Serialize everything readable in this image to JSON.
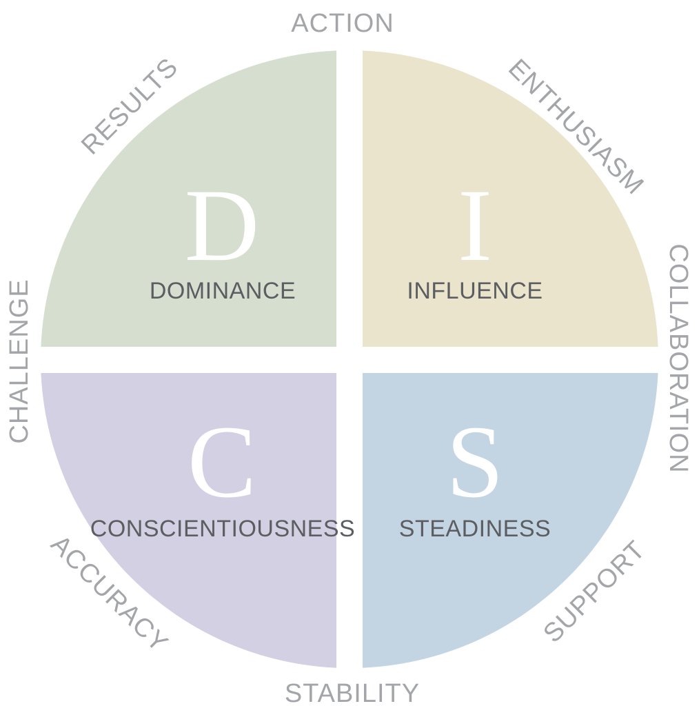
{
  "quadrants": [
    {
      "id": "d",
      "letter": "D",
      "name": "DOMINANCE",
      "color": "#d6dfcf"
    },
    {
      "id": "i",
      "letter": "I",
      "name": "INFLUENCE",
      "color": "#e9e4cb"
    },
    {
      "id": "c",
      "letter": "C",
      "name": "CONSCIENTIOUSNESS",
      "color": "#d2d0e2"
    },
    {
      "id": "s",
      "letter": "S",
      "name": "STEADINESS",
      "color": "#c3d4e3"
    }
  ],
  "priorities": {
    "action": "ACTION",
    "enthusiasm": "ENTHUSIASM",
    "collaboration": "COLLABORATION",
    "support": "SUPPORT",
    "stability": "STABILITY",
    "accuracy": "ACCURACY",
    "challenge": "CHALLENGE",
    "results": "RESULTS"
  },
  "label_color": "#a3a5a8"
}
